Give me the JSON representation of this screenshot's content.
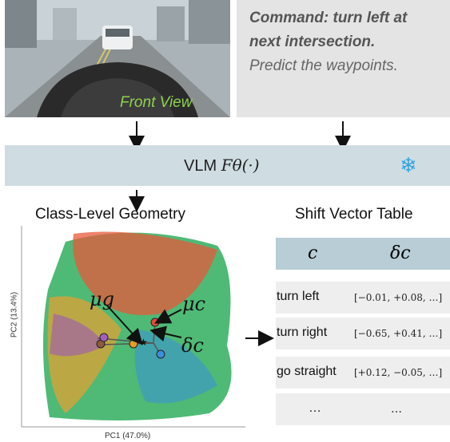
{
  "front_view": {
    "label": "Front View"
  },
  "command": {
    "line1": "Command: turn left at",
    "line2": "next intersection.",
    "line3": "Predict the waypoints."
  },
  "vlm": {
    "label": "VLM",
    "function": "Fθ(·)"
  },
  "geometry": {
    "title": "Class-Level Geometry",
    "xlabel": "PC1 (47.0%)",
    "ylabel": "PC2 (13.4%)",
    "mu_g": "μg",
    "mu_c": "μc",
    "delta_c": "δc"
  },
  "shift_table": {
    "title": "Shift Vector Table",
    "col_c": "c",
    "col_delta": "δc",
    "rows": [
      {
        "cond": "turn left",
        "vec": "[−0.01, +0.08, …]"
      },
      {
        "cond": "turn right",
        "vec": "[−0.65, +0.41, …]"
      },
      {
        "cond": "go straight",
        "vec": "[+0.12, −0.05, …]"
      },
      {
        "cond": "…",
        "vec": "…"
      }
    ]
  },
  "colors": {
    "vlm_bar": "#cfdde3",
    "table_header": "#b8cdd6",
    "table_row": "#eeeeee",
    "front_label": "#8fd14f",
    "snowflake": "#33a3dc"
  }
}
